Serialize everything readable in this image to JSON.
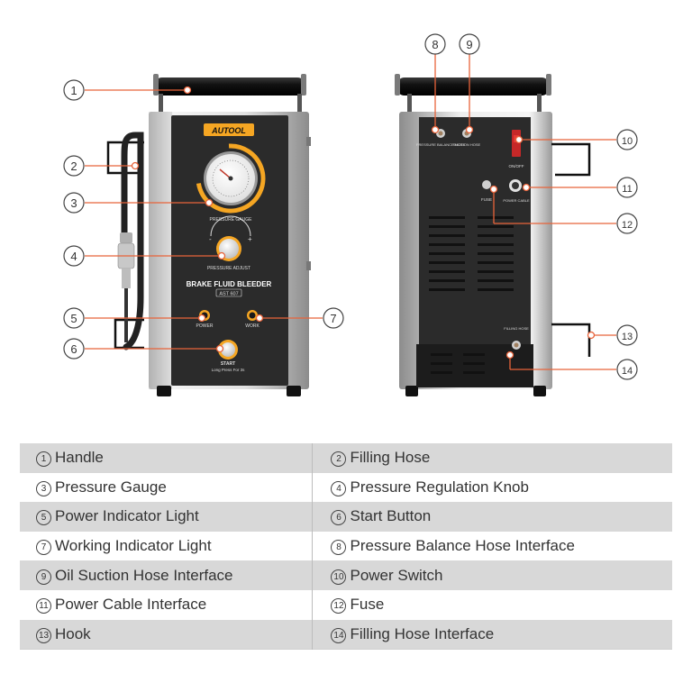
{
  "front_panel": {
    "brand": "AUTOOL",
    "gauge_label": "PRESSURE GAUGE",
    "adjust_label": "PRESSURE ADJUST",
    "minus": "-",
    "plus": "+",
    "product_name": "BRAKE FLUID BLEEDER",
    "model": "AST 607",
    "power_label": "POWER",
    "work_label": "WORK",
    "start_label": "START",
    "start_sub": "Long Press For 3s"
  },
  "back_panel": {
    "pressure_balance_label": "PRESSURE BALANCE HOSE",
    "suction_label": "SUCTION HOSE",
    "onoff_label": "ON/OFF",
    "fuse_label": "FUSE",
    "power_cable_label": "POWER CABLE",
    "filling_label": "FILLING HOSE"
  },
  "callouts": [
    "1",
    "2",
    "3",
    "4",
    "5",
    "6",
    "7",
    "8",
    "9",
    "10",
    "11",
    "12",
    "13",
    "14"
  ],
  "legend": [
    {
      "num": "1",
      "label": "Handle"
    },
    {
      "num": "2",
      "label": "Filling Hose"
    },
    {
      "num": "3",
      "label": "Pressure Gauge"
    },
    {
      "num": "4",
      "label": "Pressure Regulation Knob"
    },
    {
      "num": "5",
      "label": "Power Indicator Light"
    },
    {
      "num": "6",
      "label": "Start Button"
    },
    {
      "num": "7",
      "label": "Working Indicator Light"
    },
    {
      "num": "8",
      "label": "Pressure Balance Hose Interface"
    },
    {
      "num": "9",
      "label": "Oil Suction Hose Interface"
    },
    {
      "num": "10",
      "label": "Power Switch"
    },
    {
      "num": "11",
      "label": "Power Cable Interface"
    },
    {
      "num": "12",
      "label": "Fuse"
    },
    {
      "num": "13",
      "label": "Hook"
    },
    {
      "num": "14",
      "label": "Filling Hose Interface"
    }
  ],
  "colors": {
    "accent": "#f5a623",
    "callout_line": "#e8633a",
    "panel": "#2b2b2b",
    "row_shade": "#d8d8d8"
  }
}
